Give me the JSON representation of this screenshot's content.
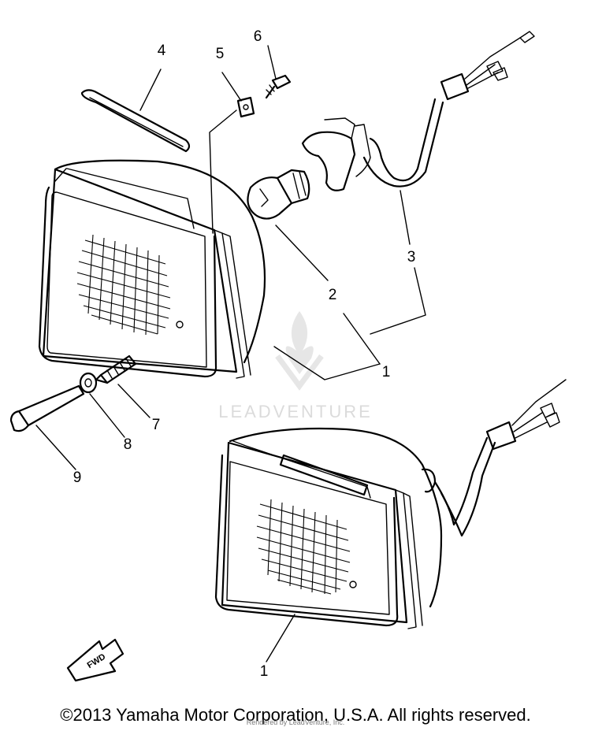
{
  "callouts": {
    "c1a": "1",
    "c1b": "1",
    "c2": "2",
    "c3": "3",
    "c4": "4",
    "c5": "5",
    "c6": "6",
    "c7": "7",
    "c8": "8",
    "c9": "9"
  },
  "fwd_label": "FWD",
  "watermark": "LEADVENTURE",
  "copyright": "©2013 Yamaha Motor Corporation, U.S.A. All rights reserved.",
  "rendered_by": "Rendered by LeadVenture, Inc."
}
